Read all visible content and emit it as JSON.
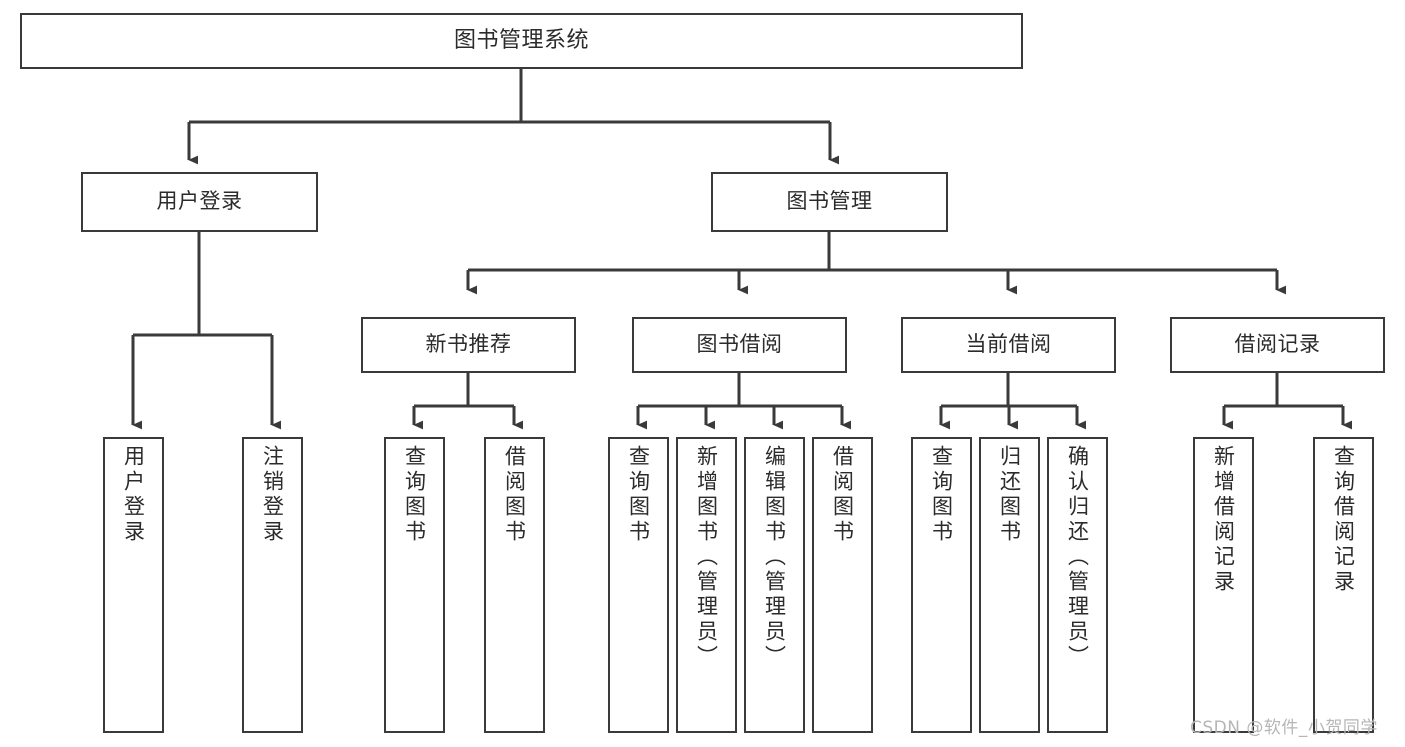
{
  "diagram": {
    "type": "tree-hierarchy-chart",
    "title": "图书管理系统",
    "watermark": "CSDN @软件_小贺同学",
    "colors": {
      "stroke": "#3a3a3a",
      "fill": "#ffffff",
      "text": "#2b2b2b",
      "watermark": "#b6b6b6"
    },
    "nodes": {
      "root": {
        "label": "图书管理系统"
      },
      "level1": [
        {
          "id": "user-login",
          "label": "用户登录"
        },
        {
          "id": "book-management",
          "label": "图书管理"
        }
      ],
      "level2": [
        {
          "id": "new-book-recommend",
          "label": "新书推荐"
        },
        {
          "id": "book-borrow",
          "label": "图书借阅"
        },
        {
          "id": "current-borrow",
          "label": "当前借阅"
        },
        {
          "id": "borrow-record",
          "label": "借阅记录"
        }
      ],
      "leaves": {
        "user-login": [
          {
            "id": "leaf-user-login",
            "label": "用户登录"
          },
          {
            "id": "leaf-logout",
            "label": "注销登录"
          }
        ],
        "new-book-recommend": [
          {
            "id": "leaf-query-book-1",
            "label": "查询图书"
          },
          {
            "id": "leaf-borrow-book-1",
            "label": "借阅图书"
          }
        ],
        "book-borrow": [
          {
            "id": "leaf-query-book-2",
            "label": "查询图书"
          },
          {
            "id": "leaf-add-book",
            "label": "新增图书（管理员）"
          },
          {
            "id": "leaf-edit-book",
            "label": "编辑图书（管理员）"
          },
          {
            "id": "leaf-borrow-book-2",
            "label": "借阅图书"
          }
        ],
        "current-borrow": [
          {
            "id": "leaf-query-book-3",
            "label": "查询图书"
          },
          {
            "id": "leaf-return-book",
            "label": "归还图书"
          },
          {
            "id": "leaf-confirm-return",
            "label": "确认归还（管理员）"
          }
        ],
        "borrow-record": [
          {
            "id": "leaf-add-record",
            "label": "新增借阅记录"
          },
          {
            "id": "leaf-query-record",
            "label": "查询借阅记录"
          }
        ]
      }
    }
  }
}
